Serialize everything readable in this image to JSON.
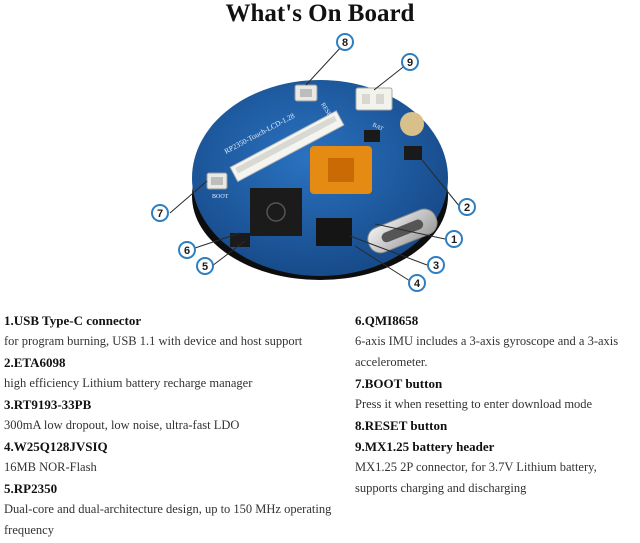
{
  "title": "What's On Board",
  "callouts": [
    "1",
    "2",
    "3",
    "4",
    "5",
    "6",
    "7",
    "8",
    "9"
  ],
  "board_silkscreen": {
    "board_name": "RP2350-Touch-LCD-1.28",
    "reset": "RESET",
    "boot": "BOOT",
    "bat": "BAT"
  },
  "items_left": [
    {
      "title": "1.USB Type-C connector",
      "desc": "for program burning, USB 1.1 with device and host support"
    },
    {
      "title": "2.ETA6098",
      "desc": "high efficiency Lithium battery recharge manager"
    },
    {
      "title": "3.RT9193-33PB",
      "desc": "300mA low dropout, low noise, ultra-fast LDO"
    },
    {
      "title": "4.W25Q128JVSIQ",
      "desc": "16MB NOR-Flash"
    },
    {
      "title": "5.RP2350",
      "desc": "Dual-core and dual-architecture design, up to 150 MHz operating frequency"
    }
  ],
  "items_right": [
    {
      "title": "6.QMI8658",
      "desc": "6-axis IMU includes a 3-axis gyroscope and a 3-axis accelerometer."
    },
    {
      "title": "7.BOOT button",
      "desc": "Press it when resetting to enter download mode"
    },
    {
      "title": "8.RESET button",
      "desc": ""
    },
    {
      "title": "9.MX1.25 battery header",
      "desc": "MX1.25 2P connector, for 3.7V Lithium battery, supports charging and discharging"
    }
  ],
  "colors": {
    "pcb": "#1f5fa8",
    "callout_fill": "#2e7fc2",
    "text": "#222222"
  }
}
